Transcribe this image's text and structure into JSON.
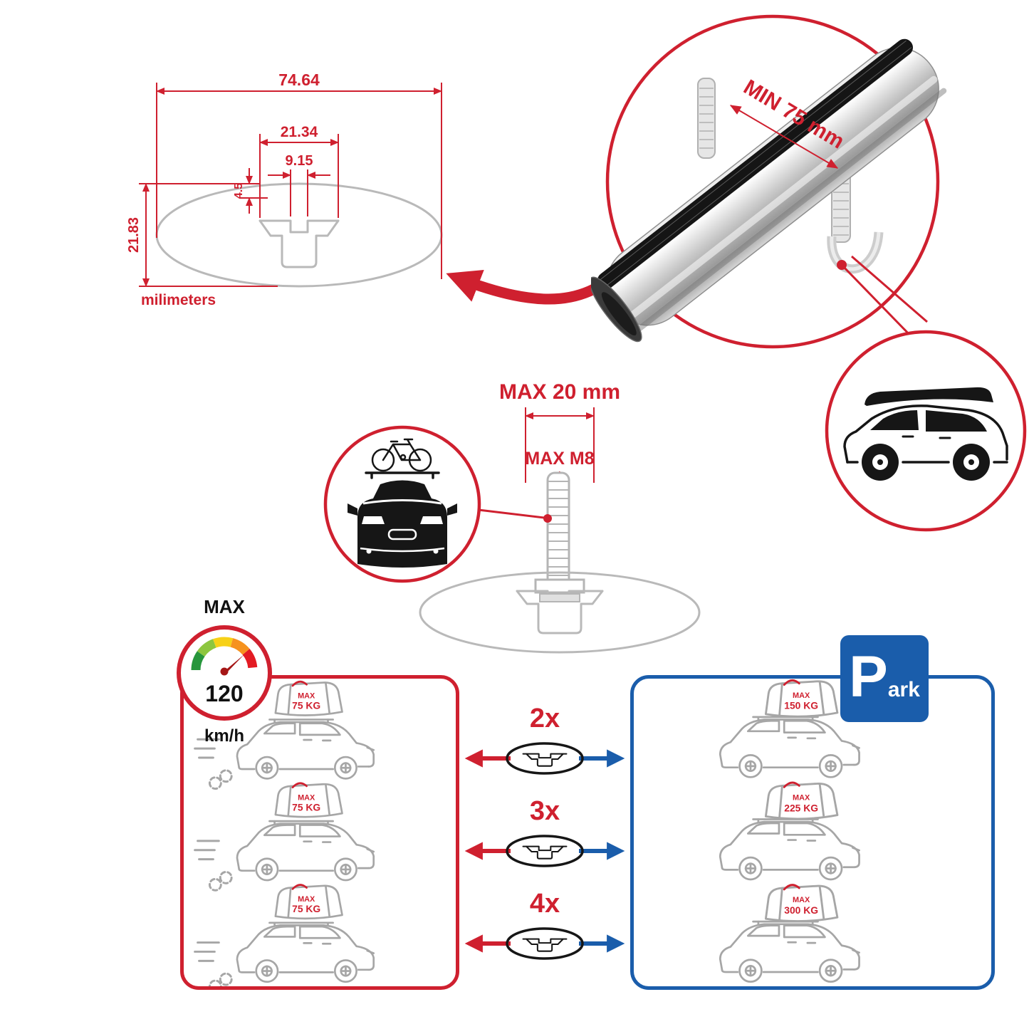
{
  "colors": {
    "red": "#cf202f",
    "blue": "#1a5dab",
    "gray": "#b9b9b9",
    "carline": "#a6a6a6",
    "dark": "#161616"
  },
  "cross_section": {
    "total_width": "74.64",
    "flange_width": "21.34",
    "slot_width": "9.15",
    "step_depth": "4.5",
    "total_height": "21.83",
    "units_label": "milimeters"
  },
  "bar_inset": {
    "min_gap_label": "MIN 75 mm"
  },
  "bolt_detail": {
    "max_length_label": "MAX 20 mm",
    "max_thread_label": "MAX M8"
  },
  "speedometer": {
    "title": "MAX",
    "value": "120",
    "unit": "km/h"
  },
  "load_chart": {
    "bar_counts": [
      "2x",
      "3x",
      "4x"
    ],
    "driving_loads": [
      {
        "prefix": "MAX",
        "weight": "75 KG"
      },
      {
        "prefix": "MAX",
        "weight": "75 KG"
      },
      {
        "prefix": "MAX",
        "weight": "75 KG"
      }
    ],
    "parked_loads": [
      {
        "prefix": "MAX",
        "weight": "150 KG"
      },
      {
        "prefix": "MAX",
        "weight": "225 KG"
      },
      {
        "prefix": "MAX",
        "weight": "300 KG"
      }
    ],
    "park_sign": {
      "initial": "P",
      "rest": "ark"
    }
  }
}
